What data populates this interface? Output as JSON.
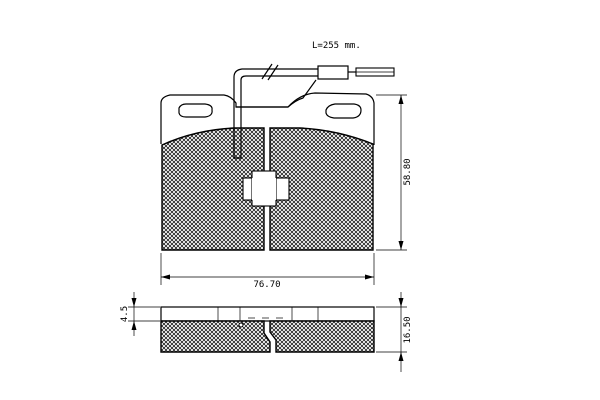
{
  "labels": {
    "cable_length": "L=255  mm.",
    "width": "76.70",
    "height": "58.80",
    "backplate_thickness": "4.5",
    "total_thickness": "16.50"
  },
  "colors": {
    "line": "#000000",
    "background": "#ffffff"
  }
}
